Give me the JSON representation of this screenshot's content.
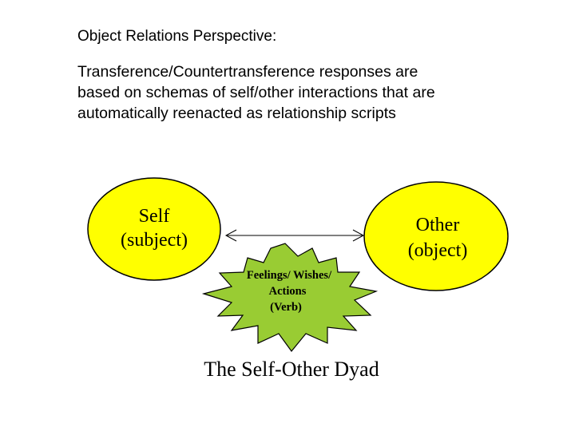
{
  "heading": "Object Relations Perspective:",
  "body_lines": [
    "Transference/Countertransference responses are",
    "based on schemas of self/other interactions that are",
    "automatically reenacted as relationship scripts"
  ],
  "self_node": {
    "line1": "Self",
    "line2": "(subject)"
  },
  "other_node": {
    "line1": "Other",
    "line2": "(object)"
  },
  "verb_node": {
    "line1": "Feelings/ Wishes/",
    "line2": "Actions",
    "line3": "(Verb)"
  },
  "caption": "The Self-Other Dyad",
  "colors": {
    "ellipse_fill": "#ffff00",
    "star_fill": "#99cc33",
    "outline": "#000000",
    "text": "#000000"
  }
}
